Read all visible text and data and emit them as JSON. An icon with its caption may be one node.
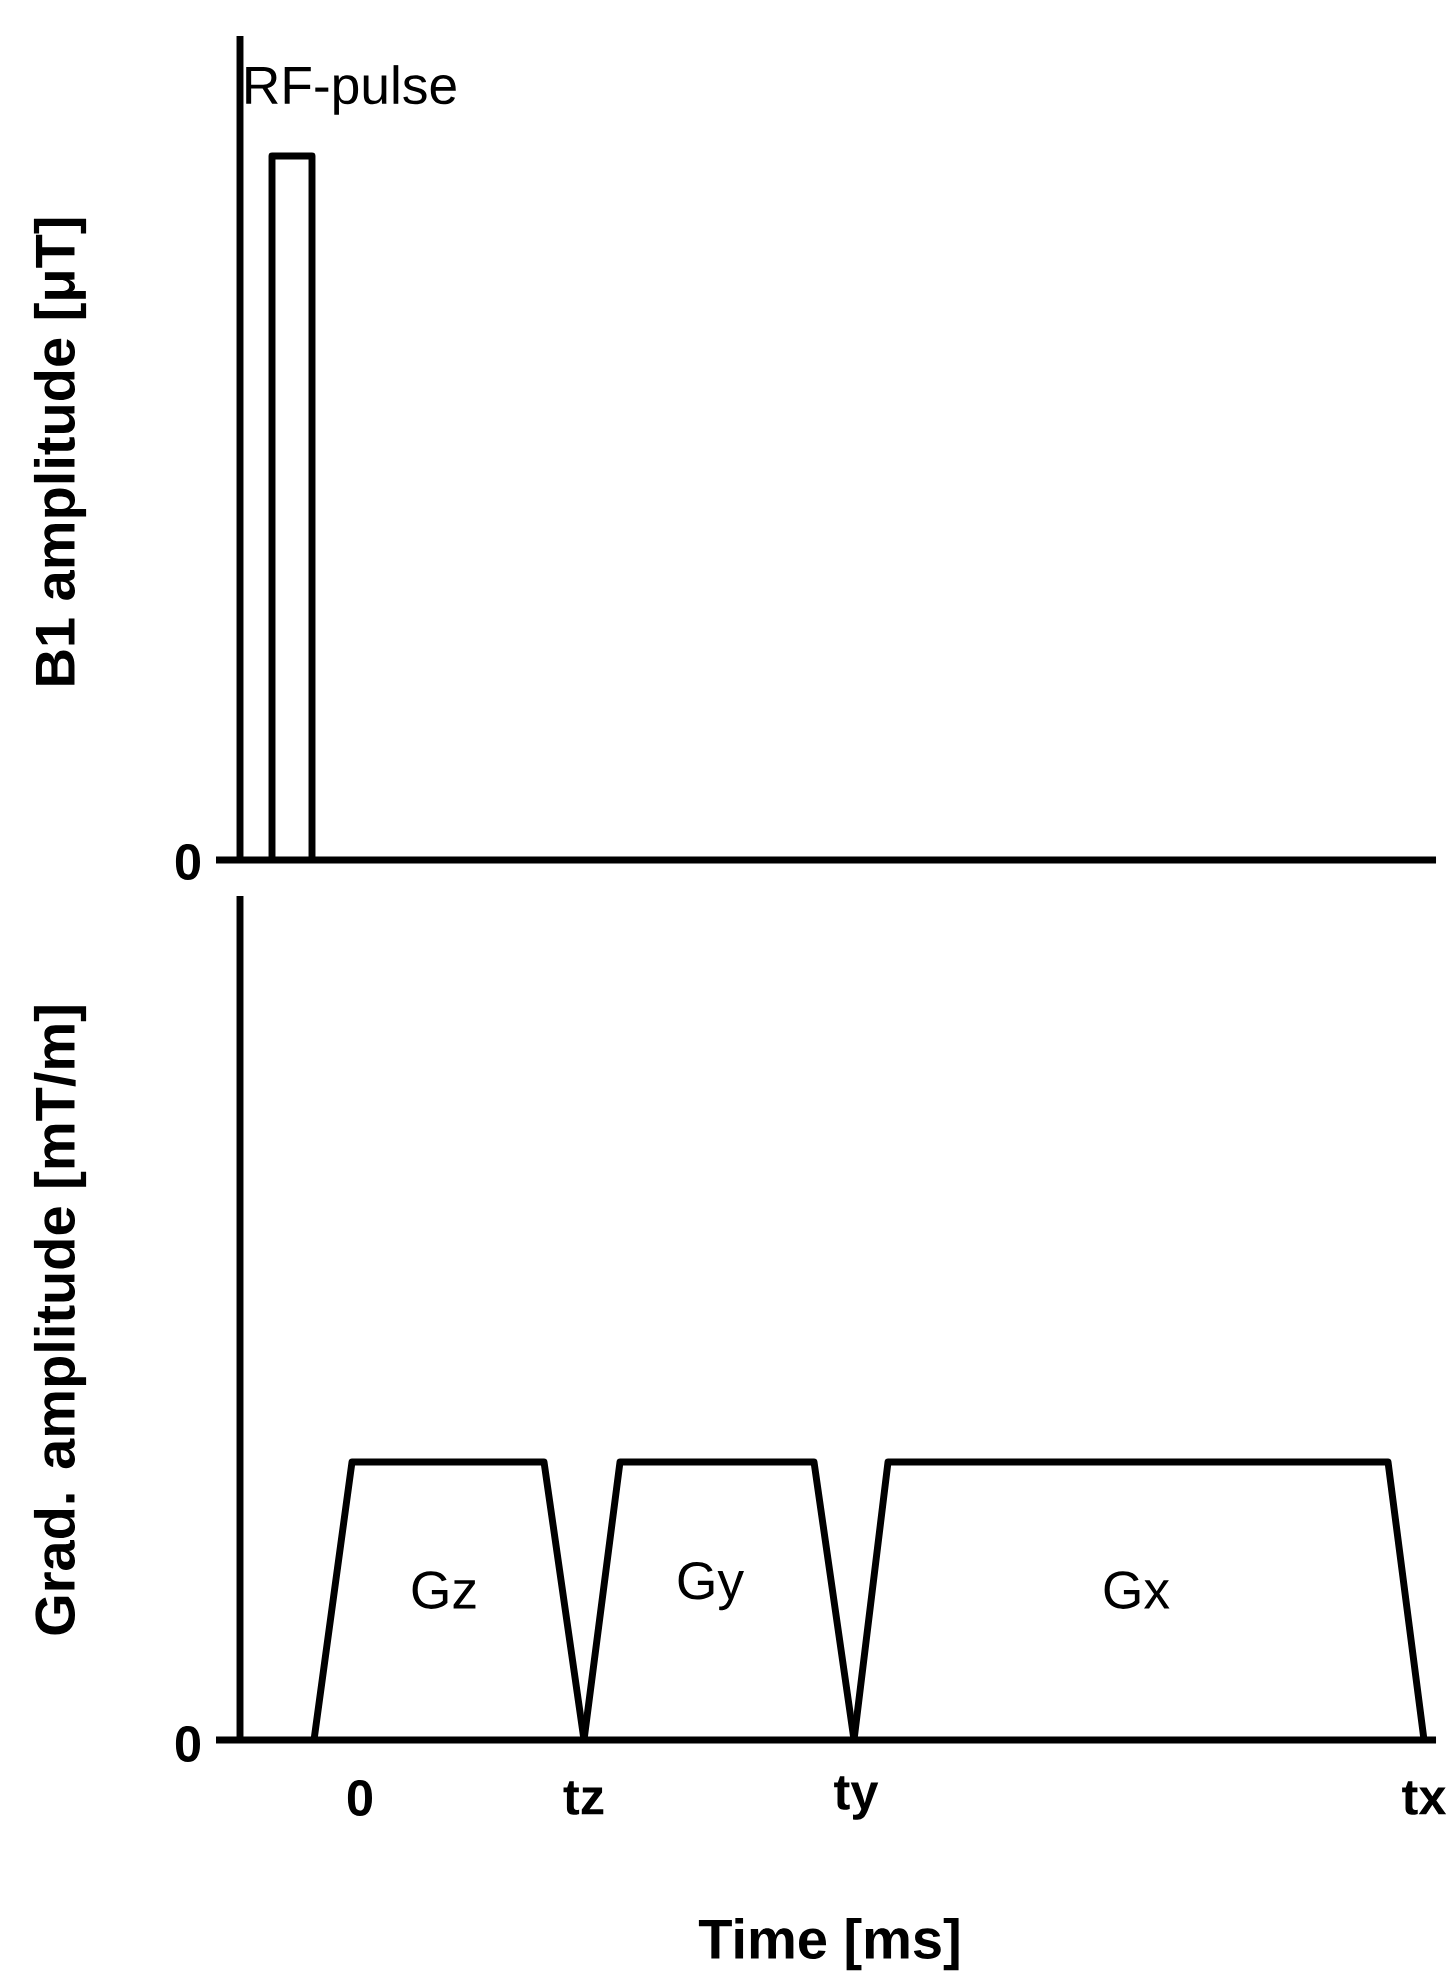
{
  "diagram": {
    "nodes": [
      {
        "text": [
          "RF-pulse"
        ]
      },
      {
        "text": [
          "Gz"
        ]
      },
      {
        "text": [
          "Gy"
        ]
      },
      {
        "text": [
          "Gx"
        ]
      }
    ],
    "labels": [
      "B1 amplitude [μT]",
      "0",
      "Grad. amplitude [mT/m]",
      "0",
      "0",
      "tz",
      "ty",
      "tx",
      "Time [ms]"
    ]
  }
}
